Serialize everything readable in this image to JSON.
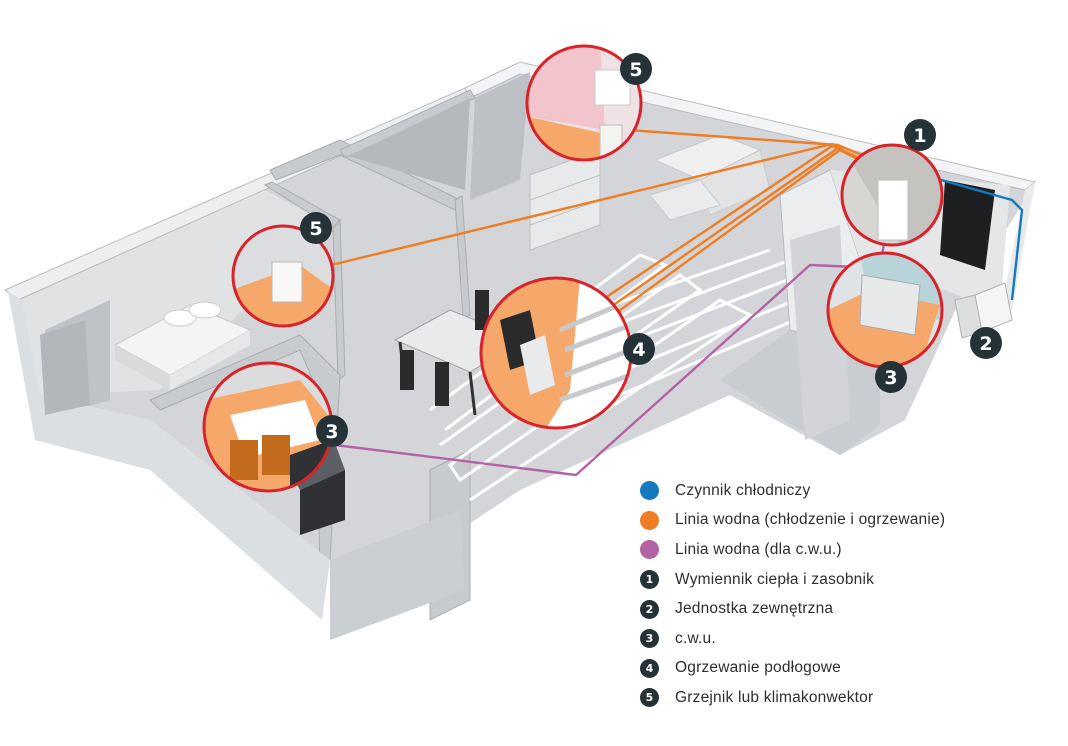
{
  "colors": {
    "refrigerant": "#1479bf",
    "water_line": "#ef7d22",
    "dhw_line": "#b561a6",
    "badge": "#253339",
    "callout_ring": "#d8232a",
    "warm_fill": "#f6a86a"
  },
  "callouts": [
    {
      "number": "1"
    },
    {
      "number": "2"
    },
    {
      "number": "3"
    },
    {
      "number": "3"
    },
    {
      "number": "4"
    },
    {
      "number": "5"
    },
    {
      "number": "5"
    }
  ],
  "legend": [
    {
      "kind": "dot",
      "color": "#1479bf",
      "label": "Czynnik chłodniczy"
    },
    {
      "kind": "dot",
      "color": "#ef7d22",
      "label": "Linia wodna (chłodzenie i ogrzewanie)"
    },
    {
      "kind": "dot",
      "color": "#b561a6",
      "label": "Linia wodna (dla c.w.u.)"
    },
    {
      "kind": "number",
      "number": "1",
      "label": "Wymiennik ciepła i zasobnik"
    },
    {
      "kind": "number",
      "number": "2",
      "label": "Jednostka zewnętrzna"
    },
    {
      "kind": "number",
      "number": "3",
      "label": "c.w.u."
    },
    {
      "kind": "number",
      "number": "4",
      "label": "Ogrzewanie podłogowe"
    },
    {
      "kind": "number",
      "number": "5",
      "label": "Grzejnik lub klimakonwektor"
    }
  ]
}
